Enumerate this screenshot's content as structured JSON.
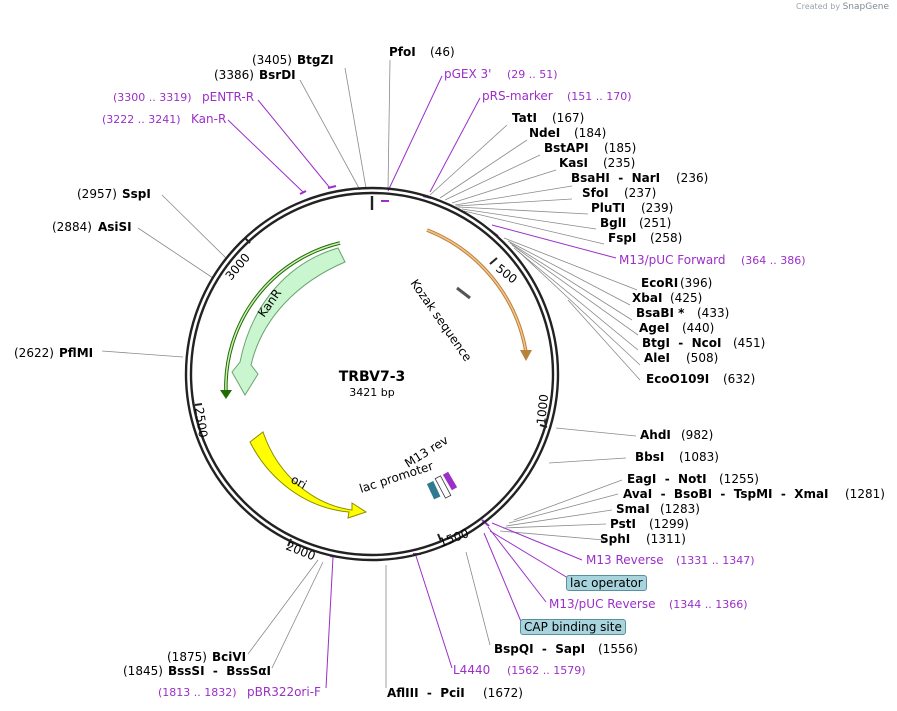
{
  "credit": {
    "prefix": "Created by",
    "brand": "SnapGene"
  },
  "plasmid": {
    "name": "TRBV7-3",
    "size": "3421 bp"
  },
  "ticks": [
    "500",
    "1000",
    "1500",
    "2000",
    "2500",
    "3000"
  ],
  "features": {
    "kozak": "Kozak sequence",
    "kanr": "KanR",
    "ori": "ori",
    "m13rev": "M13 rev",
    "lac": "lac promoter"
  },
  "sites": [
    {
      "pre": "(3405)",
      "name": "BtgZI",
      "num": ""
    },
    {
      "pre": "(3386)",
      "name": "BsrDI",
      "num": ""
    },
    {
      "pre": "",
      "name": "PfoI",
      "num": "(46)"
    },
    {
      "pre": "",
      "name": "TatI",
      "num": "(167)"
    },
    {
      "pre": "",
      "name": "NdeI",
      "num": "(184)"
    },
    {
      "pre": "",
      "name": "BstAPI",
      "num": "(185)"
    },
    {
      "pre": "",
      "name": "KasI",
      "num": "(235)"
    },
    {
      "pre": "",
      "name": "BsaHI  -  NarI",
      "num": "(236)"
    },
    {
      "pre": "",
      "name": "SfoI",
      "num": "(237)"
    },
    {
      "pre": "",
      "name": "PluTI",
      "num": "(239)"
    },
    {
      "pre": "",
      "name": "BglI",
      "num": "(251)"
    },
    {
      "pre": "",
      "name": "FspI",
      "num": "(258)"
    },
    {
      "pre": "",
      "name": "EcoRI",
      "num": "(396)"
    },
    {
      "pre": "",
      "name": "XbaI",
      "num": "(425)"
    },
    {
      "pre": "",
      "name": "BsaBI *",
      "num": "(433)"
    },
    {
      "pre": "",
      "name": "AgeI",
      "num": "(440)"
    },
    {
      "pre": "",
      "name": "BtgI  -  NcoI",
      "num": "(451)"
    },
    {
      "pre": "",
      "name": "AleI",
      "num": "(508)"
    },
    {
      "pre": "",
      "name": "EcoO109I",
      "num": "(632)"
    },
    {
      "pre": "",
      "name": "AhdI",
      "num": "(982)"
    },
    {
      "pre": "",
      "name": "BbsI",
      "num": "(1083)"
    },
    {
      "pre": "",
      "name": "EagI  -  NotI",
      "num": "(1255)"
    },
    {
      "pre": "",
      "name": "AvaI  -  BsoBI  -  TspMI  -  XmaI",
      "num": "(1281)"
    },
    {
      "pre": "",
      "name": "SmaI",
      "num": "(1283)"
    },
    {
      "pre": "",
      "name": "PstI",
      "num": "(1299)"
    },
    {
      "pre": "",
      "name": "SphI",
      "num": "(1311)"
    },
    {
      "pre": "",
      "name": "BspQI  -  SapI",
      "num": "(1556)"
    },
    {
      "pre": "",
      "name": "AflIII  -  PciI",
      "num": "(1672)"
    },
    {
      "pre": "(1875)",
      "name": "BciVI",
      "num": ""
    },
    {
      "pre": "(1845)",
      "name": "BssSI  -  BssSαI",
      "num": ""
    },
    {
      "pre": "(2622)",
      "name": "PflMI",
      "num": ""
    },
    {
      "pre": "(2884)",
      "name": "AsiSI",
      "num": ""
    },
    {
      "pre": "(2957)",
      "name": "SspI",
      "num": ""
    }
  ],
  "primers": [
    {
      "name": "pGEX 3'",
      "range": "(29 .. 51)"
    },
    {
      "name": "pRS-marker",
      "range": "(151 .. 170)"
    },
    {
      "name": "M13/pUC Forward",
      "range": "(364 .. 386)"
    },
    {
      "name": "M13 Reverse",
      "range": "(1331 .. 1347)"
    },
    {
      "name": "M13/pUC Reverse",
      "range": "(1344 .. 1366)"
    },
    {
      "name": "L4440",
      "range": "(1562 .. 1579)"
    },
    {
      "name": "pBR322ori-F",
      "range": "(1813 .. 1832)"
    },
    {
      "name": "pENTR-R",
      "range": "(3300 .. 3319)"
    },
    {
      "name": "Kan-R",
      "range": "(3222 .. 3241)"
    }
  ],
  "boxes": {
    "lac_operator": "lac operator",
    "cap": "CAP binding site"
  }
}
